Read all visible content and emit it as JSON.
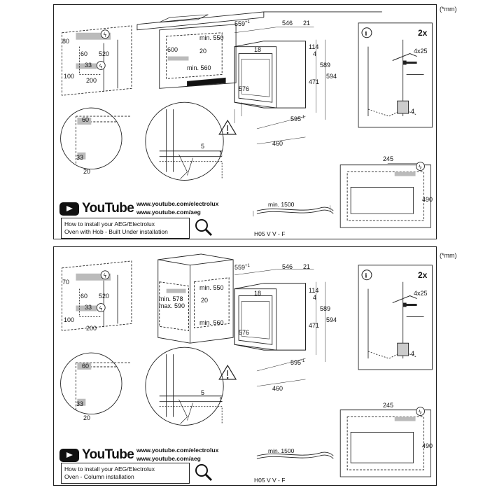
{
  "unit_note": "(*mm)",
  "panels": [
    {
      "id": "built-under",
      "dims_cabinet": {
        "d80": "80",
        "d60": "60",
        "d520": "520",
        "d33": "33",
        "d100": "100",
        "d200": "200",
        "d600": "600",
        "min550": "min. 550",
        "d20": "20",
        "min560": "min. 560"
      },
      "dims_corner": {
        "d60": "60",
        "d33": "33",
        "d20": "20"
      },
      "dims_detail": {
        "d5": "5",
        "d1": "1"
      },
      "dims_oven": {
        "w559": "559",
        "w559_sup": "+1",
        "d546": "546",
        "d21": "21",
        "d18": "18",
        "d114": "114",
        "d4": "4",
        "d589": "589",
        "d594": "594",
        "d471": "471",
        "d576": "576",
        "w595": "595",
        "w595_sup": "-1",
        "d460": "460"
      },
      "dims_fixing": {
        "count": "2x",
        "screw": "4x25",
        "d4": "4"
      },
      "dims_front": {
        "d245": "245",
        "d490": "490"
      },
      "cable": {
        "min": "min. 1500",
        "type": "H05 V V - F"
      },
      "youtube": {
        "word": "YouTube",
        "link1": "www.youtube.com/electrolux",
        "link2": "www.youtube.com/aeg"
      },
      "howto": {
        "line1": "How to install your AEG/Electrolux",
        "line2": "Oven with Hob - Built Under installation"
      }
    },
    {
      "id": "column",
      "dims_cabinet": {
        "d70": "70",
        "d60": "60",
        "d520": "520",
        "d33": "33",
        "d100": "100",
        "d200": "200",
        "min578": "min. 578",
        "max590": "max. 590",
        "min550": "min. 550",
        "d20": "20",
        "min560": "min. 560"
      },
      "dims_corner": {
        "d60": "60",
        "d33": "33",
        "d20": "20"
      },
      "dims_detail": {
        "d5": "5",
        "d1": "1"
      },
      "dims_oven": {
        "w559": "559",
        "w559_sup": "+1",
        "d546": "546",
        "d21": "21",
        "d18": "18",
        "d114": "114",
        "d4": "4",
        "d589": "589",
        "d594": "594",
        "d471": "471",
        "d576": "576",
        "w595": "595",
        "w595_sup": "-1",
        "d460": "460"
      },
      "dims_fixing": {
        "count": "2x",
        "screw": "4x25",
        "d4": "4"
      },
      "dims_front": {
        "d245": "245",
        "d490": "490"
      },
      "cable": {
        "min": "min. 1500",
        "type": "H05 V V - F"
      },
      "youtube": {
        "word": "YouTube",
        "link1": "www.youtube.com/electrolux",
        "link2": "www.youtube.com/aeg"
      },
      "howto": {
        "line1": "How to install your AEG/Electrolux",
        "line2": "Oven - Column installation"
      }
    }
  ],
  "icons": [
    "electric-warning-icon",
    "warning-triangle-icon",
    "info-icon",
    "screw-icon",
    "magnifier-icon",
    "youtube-logo-icon"
  ]
}
